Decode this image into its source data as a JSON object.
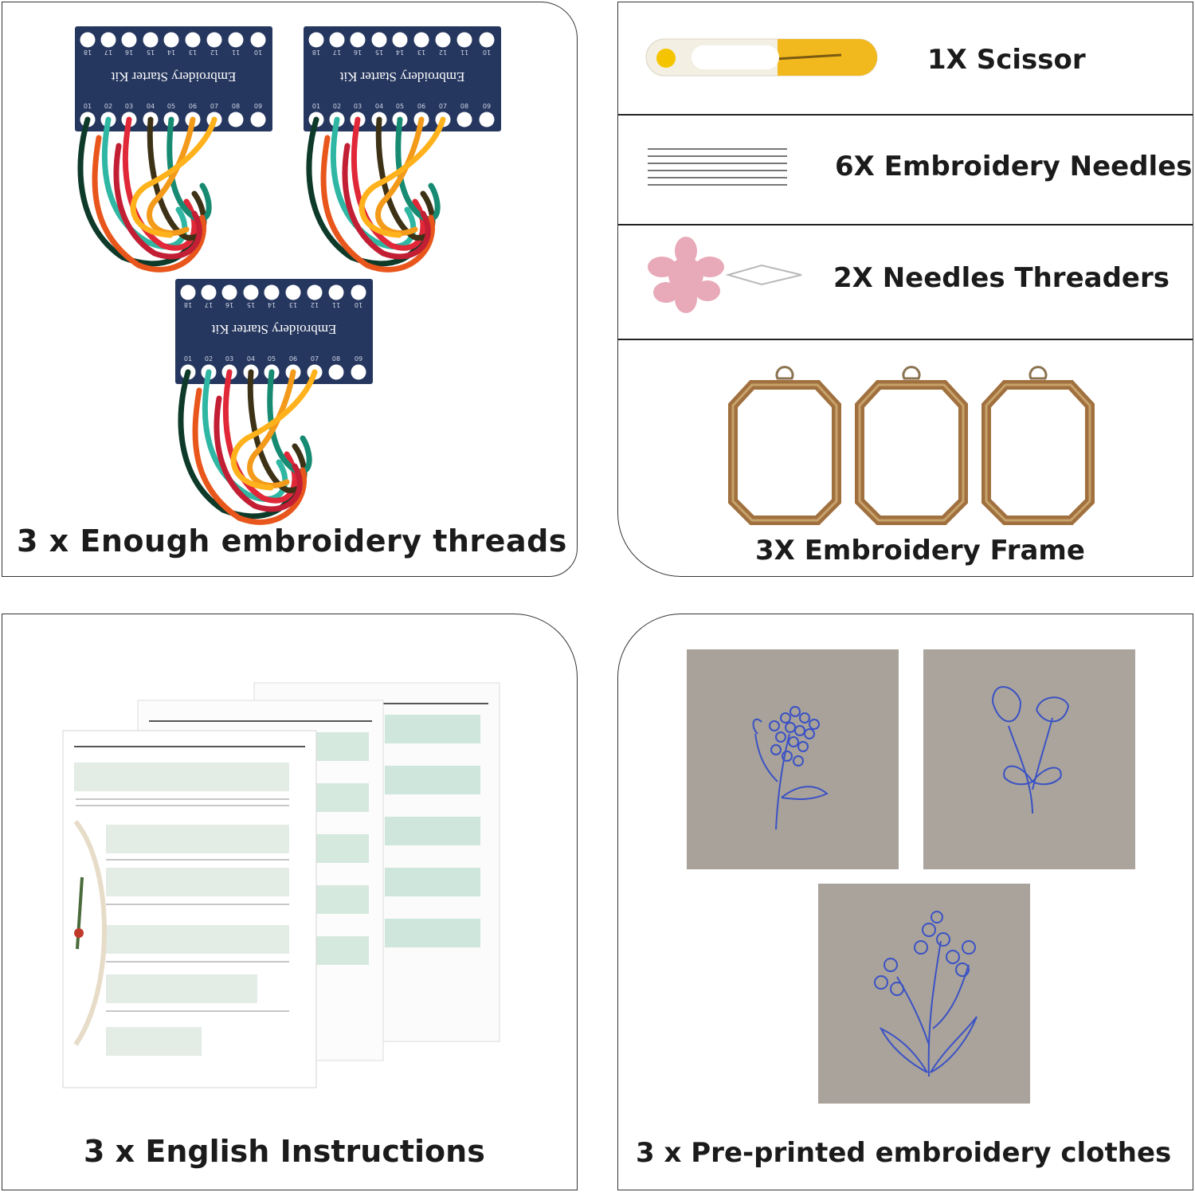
{
  "threads_panel": {
    "caption": "3 x Enough embroidery threads",
    "card_title": "Embroidery Starter Kit",
    "top_numbers": [
      "18",
      "17",
      "16",
      "15",
      "14",
      "13",
      "12",
      "11",
      "10"
    ],
    "bottom_numbers": [
      "01",
      "02",
      "03",
      "04",
      "05",
      "06",
      "07",
      "08",
      "09"
    ]
  },
  "tools_panel": {
    "items": [
      {
        "label": "1X Scissor",
        "icon": "scissor-icon"
      },
      {
        "label": "6X Embroidery Needles",
        "icon": "needles-icon"
      },
      {
        "label": "2X Needles Threaders",
        "icon": "threader-icon"
      }
    ],
    "frame_caption": "3X Embroidery Frame"
  },
  "instructions_panel": {
    "caption": "3 x English Instructions"
  },
  "cloth_panel": {
    "caption": "3 x Pre-printed embroidery clothes"
  },
  "colors": {
    "card_blue": "#26375f",
    "frame_wood": "#a0703e",
    "cloth_gray": "#a8a29b",
    "pattern_blue": "#3b52c4"
  }
}
